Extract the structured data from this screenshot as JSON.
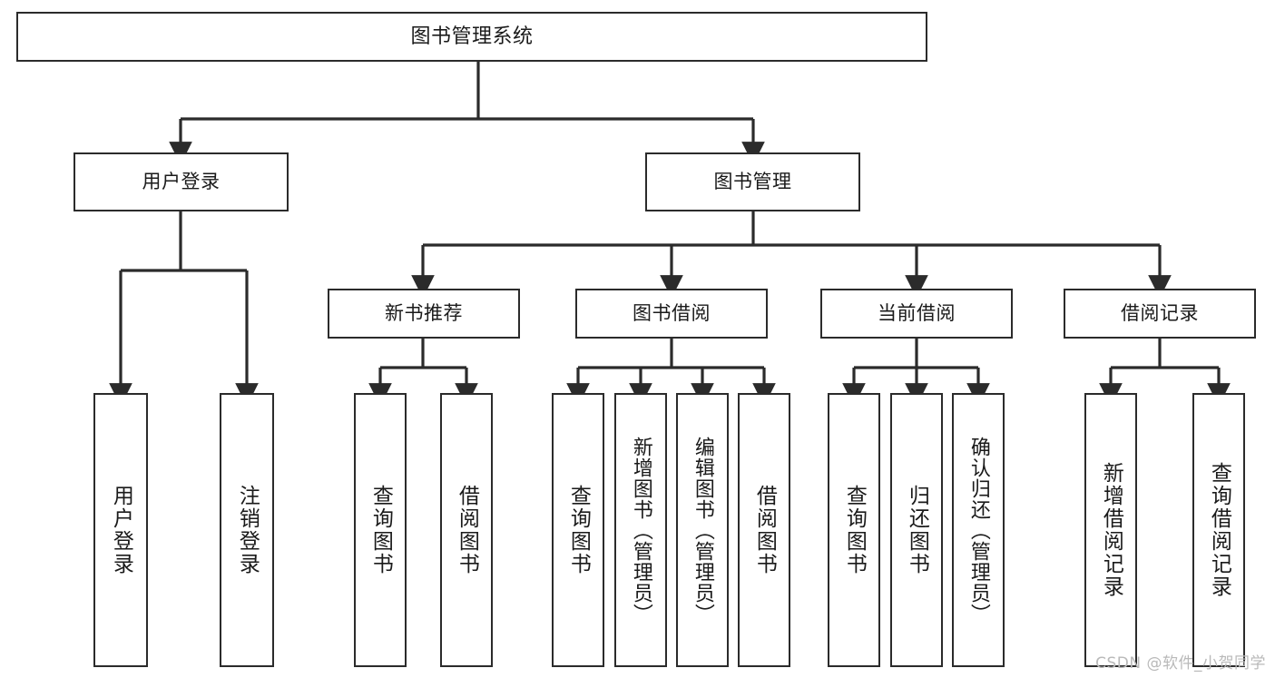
{
  "diagram": {
    "type": "tree-hierarchy-flowchart",
    "title": "图书管理系统",
    "watermark": "CSDN @软件_小贺同学",
    "colors": {
      "box_border": "#2b2b2b",
      "box_fill": "#ffffff",
      "connector": "#2b2b2b",
      "text": "#1a1a1a",
      "watermark": "#b9b9b9",
      "background": "#ffffff"
    },
    "levels": {
      "root": {
        "label": "图书管理系统"
      },
      "level2": [
        {
          "id": "user-login",
          "label": "用户登录"
        },
        {
          "id": "book-management",
          "label": "图书管理"
        }
      ],
      "level3": [
        {
          "id": "new-book-recommend",
          "label": "新书推荐"
        },
        {
          "id": "book-borrow",
          "label": "图书借阅"
        },
        {
          "id": "current-borrow",
          "label": "当前借阅"
        },
        {
          "id": "borrow-record",
          "label": "借阅记录"
        }
      ],
      "leaves": {
        "user_login": [
          {
            "id": "leaf-user-login",
            "label": "用户登录"
          },
          {
            "id": "leaf-logout-login",
            "label": "注销登录"
          }
        ],
        "new_book_recommend": [
          {
            "id": "leaf-query-book-1",
            "label": "查询图书"
          },
          {
            "id": "leaf-borrow-book-1",
            "label": "借阅图书"
          }
        ],
        "book_borrow": [
          {
            "id": "leaf-query-book-2",
            "label": "查询图书"
          },
          {
            "id": "leaf-add-book",
            "label": "新增图书（管理员）"
          },
          {
            "id": "leaf-edit-book",
            "label": "编辑图书（管理员）"
          },
          {
            "id": "leaf-borrow-book-2",
            "label": "借阅图书"
          }
        ],
        "current_borrow": [
          {
            "id": "leaf-query-book-3",
            "label": "查询图书"
          },
          {
            "id": "leaf-return-book",
            "label": "归还图书"
          },
          {
            "id": "leaf-confirm-return",
            "label": "确认归还（管理员）"
          }
        ],
        "borrow_record": [
          {
            "id": "leaf-add-record",
            "label": "新增借阅记录"
          },
          {
            "id": "leaf-query-record",
            "label": "查询借阅记录"
          }
        ]
      }
    }
  }
}
